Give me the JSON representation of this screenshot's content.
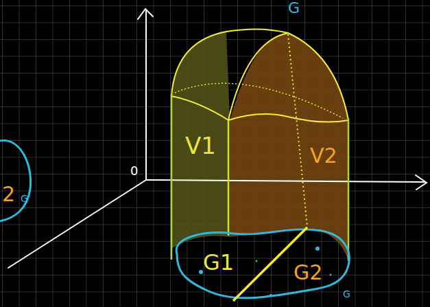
{
  "diagram": {
    "labels": [
      "G",
      "V1",
      "V2",
      "0",
      "G1",
      "G2",
      "G",
      "2",
      "G"
    ]
  }
}
